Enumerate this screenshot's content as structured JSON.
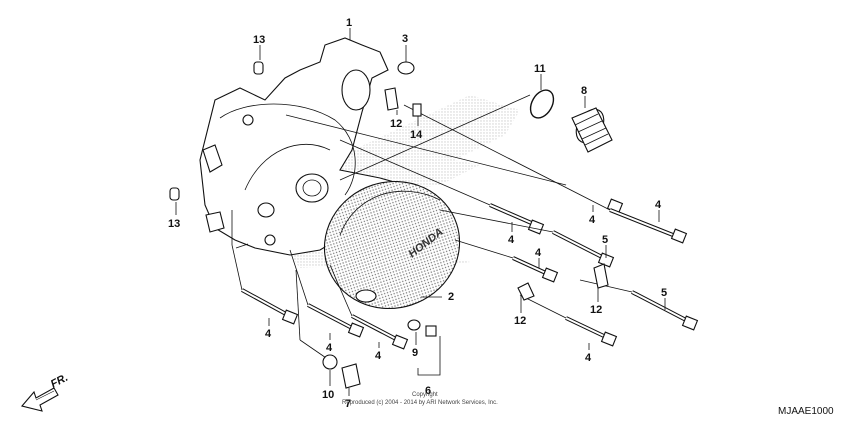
{
  "callouts": {
    "c1": "1",
    "c2": "2",
    "c3": "3",
    "c4a": "4",
    "c4b": "4",
    "c4c": "4",
    "c4d": "4",
    "c4e": "4",
    "c4f": "4",
    "c4g": "4",
    "c4h": "4",
    "c5a": "5",
    "c5b": "5",
    "c6": "6",
    "c7": "7",
    "c8": "8",
    "c9": "9",
    "c10": "10",
    "c11": "11",
    "c12a": "12",
    "c12b": "12",
    "c12c": "12",
    "c13a": "13",
    "c13b": "13",
    "c14": "14"
  },
  "cover_logo": "HONDA",
  "direction_label": "FR.",
  "copyright_line1": "Copyright",
  "copyright_line2": "Reproduced (c) 2004 - 2014 by ARI Network Services, Inc.",
  "diagram_code": "MJAAE1000"
}
